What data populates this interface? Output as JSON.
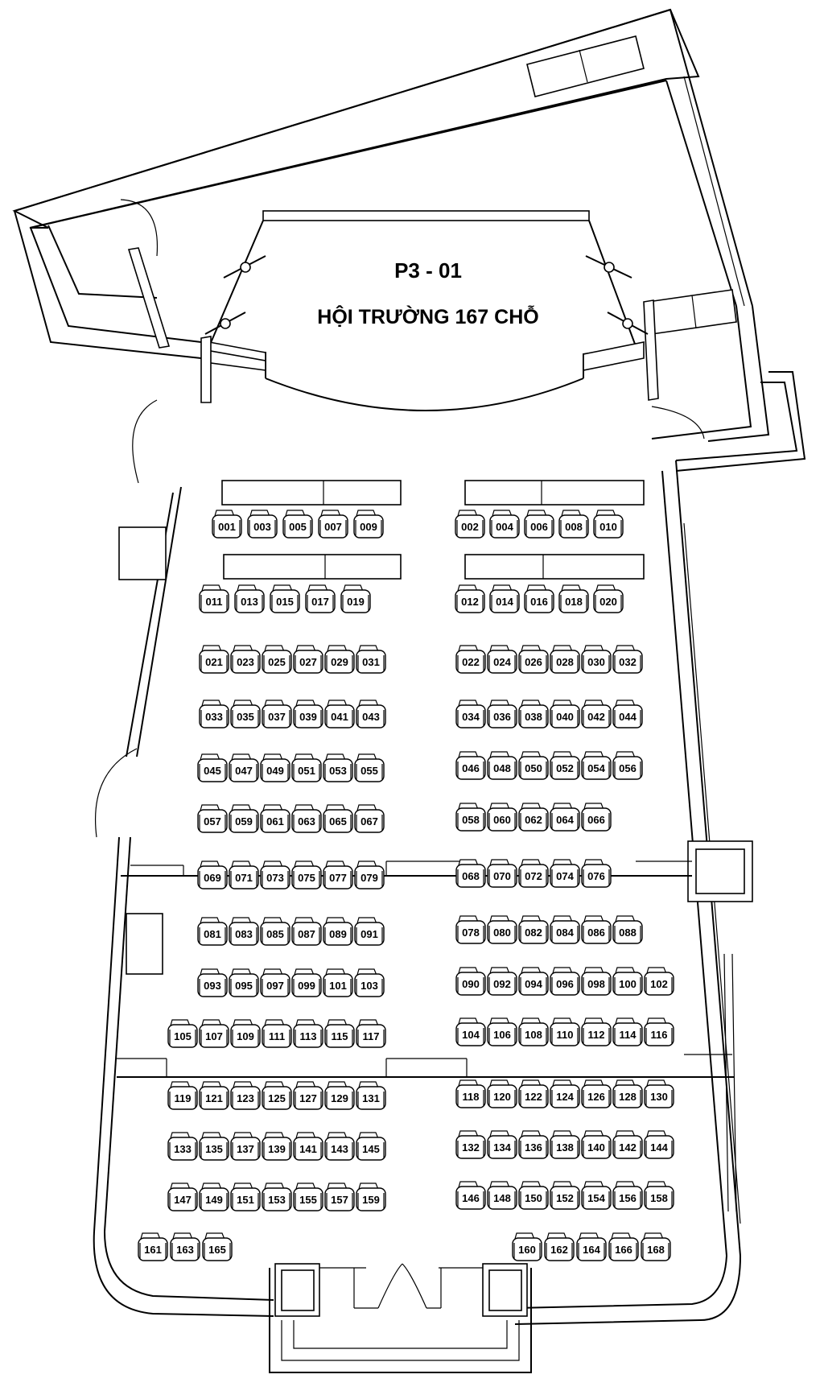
{
  "room": {
    "code": "P3 - 01",
    "name": "HỘI TRƯỜNG 167 CHỖ"
  },
  "seat_icon": "auditorium-chair",
  "seat_rows": [
    [
      "001",
      "003",
      "005",
      "007",
      "009"
    ],
    [
      "002",
      "004",
      "006",
      "008",
      "010"
    ],
    [
      "011",
      "013",
      "015",
      "017",
      "019"
    ],
    [
      "012",
      "014",
      "016",
      "018",
      "020"
    ],
    [
      "021",
      "023",
      "025",
      "027",
      "029",
      "031"
    ],
    [
      "022",
      "024",
      "026",
      "028",
      "030",
      "032"
    ],
    [
      "033",
      "035",
      "037",
      "039",
      "041",
      "043"
    ],
    [
      "034",
      "036",
      "038",
      "040",
      "042",
      "044"
    ],
    [
      "045",
      "047",
      "049",
      "051",
      "053",
      "055"
    ],
    [
      "046",
      "048",
      "050",
      "052",
      "054",
      "056"
    ],
    [
      "057",
      "059",
      "061",
      "063",
      "065",
      "067"
    ],
    [
      "058",
      "060",
      "062",
      "064",
      "066"
    ],
    [
      "069",
      "071",
      "073",
      "075",
      "077",
      "079"
    ],
    [
      "068",
      "070",
      "072",
      "074",
      "076"
    ],
    [
      "081",
      "083",
      "085",
      "087",
      "089",
      "091"
    ],
    [
      "078",
      "080",
      "082",
      "084",
      "086",
      "088"
    ],
    [
      "093",
      "095",
      "097",
      "099",
      "101",
      "103"
    ],
    [
      "090",
      "092",
      "094",
      "096",
      "098",
      "100",
      "102"
    ],
    [
      "105",
      "107",
      "109",
      "111",
      "113",
      "115",
      "117"
    ],
    [
      "104",
      "106",
      "108",
      "110",
      "112",
      "114",
      "116"
    ],
    [
      "119",
      "121",
      "123",
      "125",
      "127",
      "129",
      "131"
    ],
    [
      "118",
      "120",
      "122",
      "124",
      "126",
      "128",
      "130"
    ],
    [
      "133",
      "135",
      "137",
      "139",
      "141",
      "143",
      "145"
    ],
    [
      "132",
      "134",
      "136",
      "138",
      "140",
      "142",
      "144"
    ],
    [
      "147",
      "149",
      "151",
      "153",
      "155",
      "157",
      "159"
    ],
    [
      "146",
      "148",
      "150",
      "152",
      "154",
      "156",
      "158"
    ],
    [
      "161",
      "163",
      "165"
    ],
    [
      "160",
      "162",
      "164",
      "166",
      "168"
    ]
  ]
}
